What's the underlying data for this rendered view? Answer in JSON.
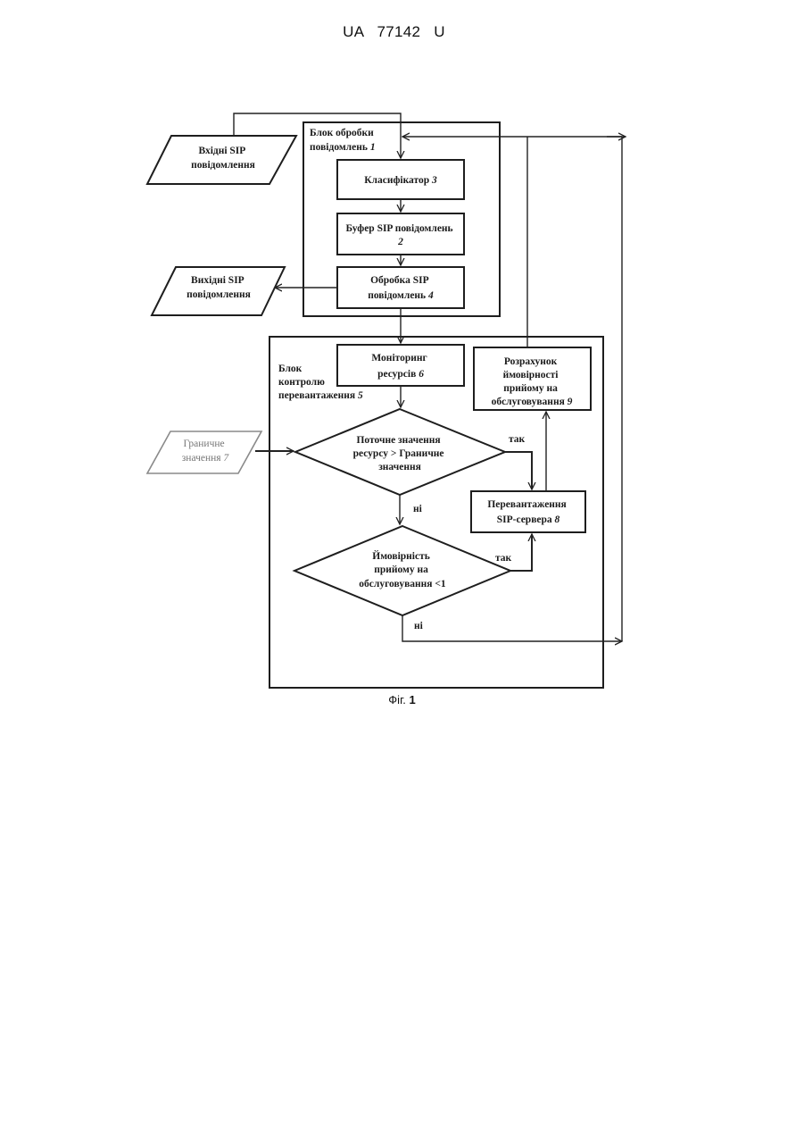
{
  "header": {
    "patent_number": "UA   77142   U"
  },
  "caption": {
    "prefix": "Фіг.",
    "number": "1"
  },
  "diagram": {
    "input_sip": {
      "line1": "Вхідні SIP",
      "line2": "повідомлення"
    },
    "output_sip": {
      "line1": "Вихідні SIP",
      "line2": "повідомлення"
    },
    "threshold": {
      "line1": "Граничне",
      "line2": "значення",
      "number": "7"
    },
    "processing_block": {
      "line1": "Блок обробки",
      "line2": "повідомлень",
      "number": "1"
    },
    "classifier": {
      "label": "Класифікатор",
      "number": "3"
    },
    "buffer": {
      "label": "Буфер SIP повідомлень",
      "number": "2"
    },
    "processing": {
      "line1": "Обробка SIP",
      "line2": "повідомлень",
      "number": "4"
    },
    "control_block": {
      "line1": "Блок",
      "line2": "контролю",
      "line3": "перевантаження",
      "number": "5"
    },
    "monitoring": {
      "line1": "Моніторинг",
      "line2": "ресурсів",
      "number": "6"
    },
    "decision1": {
      "line1": "Поточне значення",
      "line2": "ресурсу > Граничне",
      "line3": "значення"
    },
    "decision2": {
      "line1": "Ймовірність",
      "line2": "прийому на",
      "line3": "обслуговування <1"
    },
    "overload": {
      "line1": "Перевантаження",
      "line2": "SIP-сервера",
      "number": "8"
    },
    "calculation": {
      "line1": "Розрахунок",
      "line2": "ймовірності",
      "line3": "прийому на",
      "line4": "обслуговування",
      "number": "9"
    },
    "yes_label_1": "так",
    "yes_label_2": "так",
    "no_label_1": "ні",
    "no_label_2": "ні"
  }
}
